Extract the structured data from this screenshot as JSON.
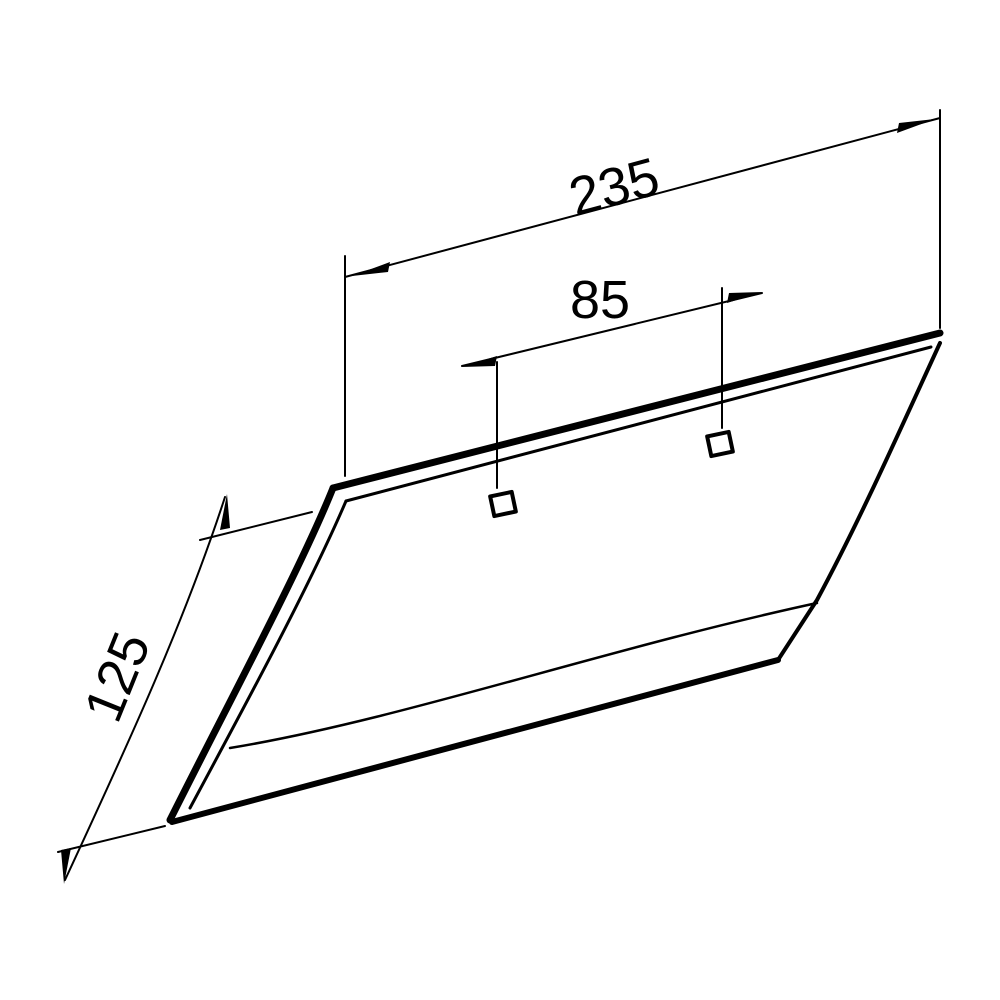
{
  "dimensions": {
    "overall_width": "235",
    "hole_spacing": "85",
    "height": "125"
  },
  "colors": {
    "line": "#000000",
    "background": "#ffffff"
  }
}
